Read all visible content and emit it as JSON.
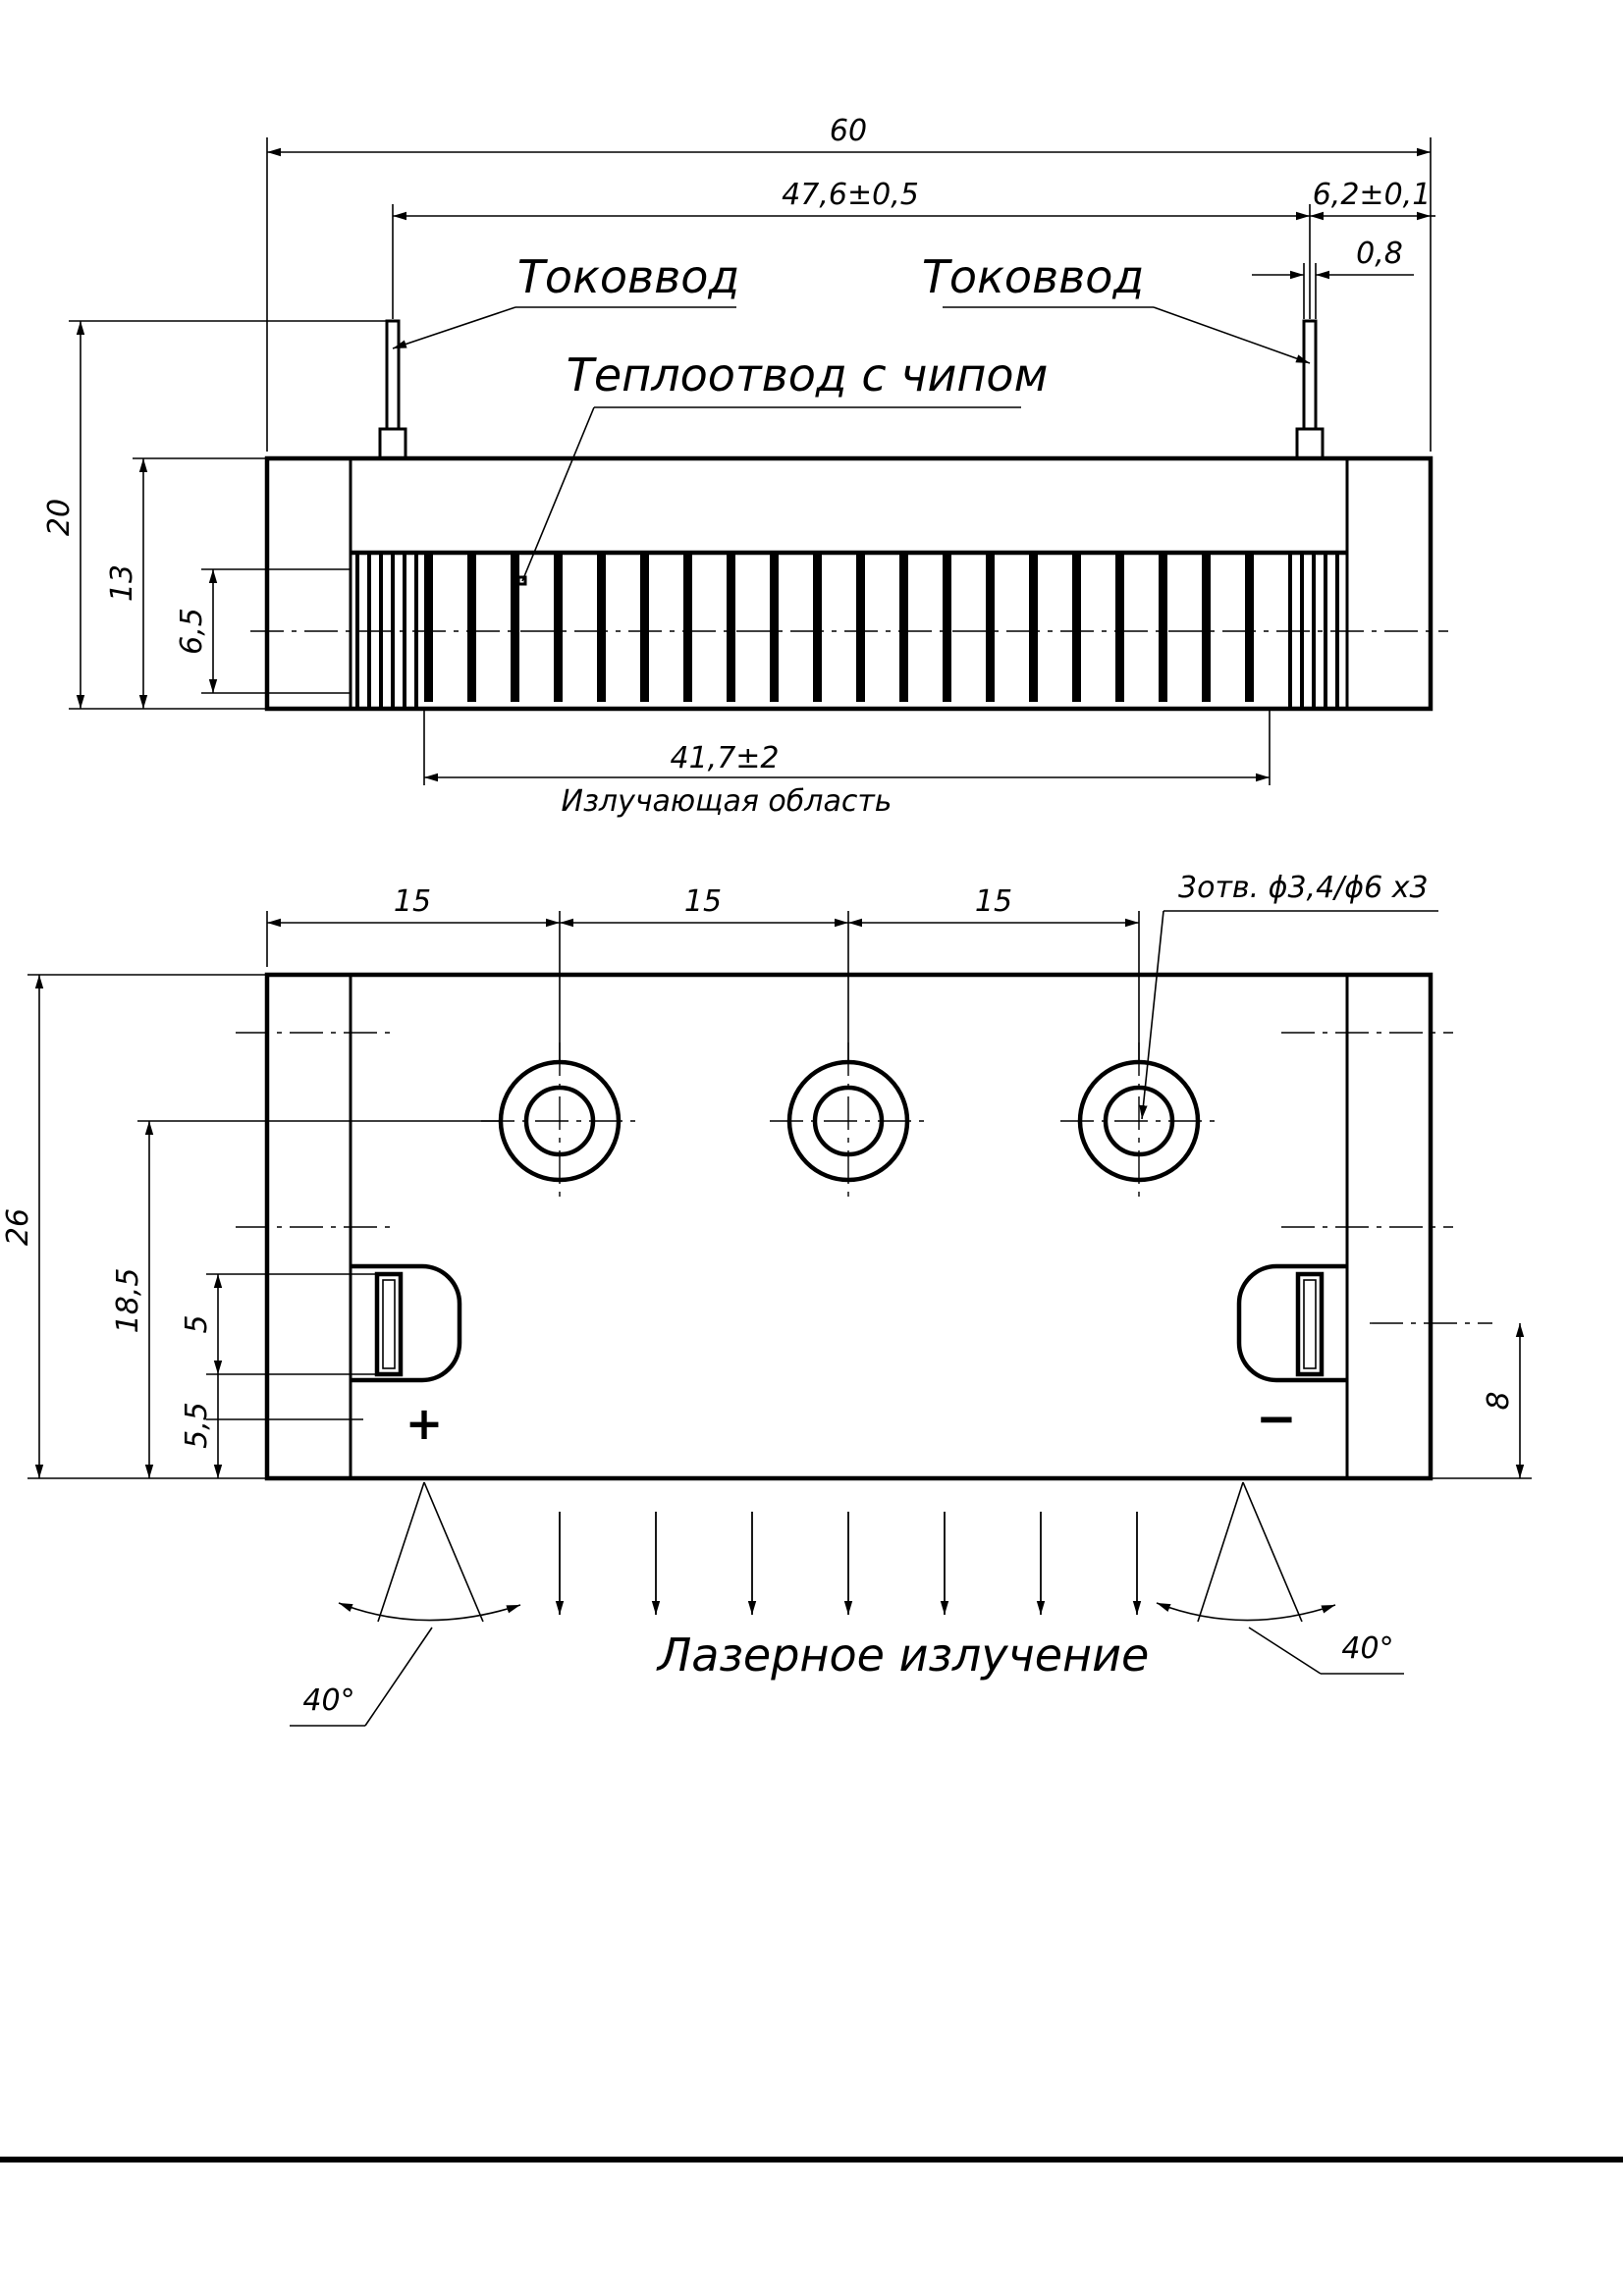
{
  "labels": {
    "lead_left": "Токоввод",
    "lead_right": "Токоввод",
    "heatsink_chip": "Теплоотвод с чипом",
    "emitting_area": "Излучающая область",
    "laser_emission": "Лазерное излучение",
    "holes": "3отв. ϕ3,4/ϕ6 х3",
    "plus": "+",
    "minus": "−"
  },
  "dims": {
    "overall_width": "60",
    "lead_pitch": "47,6±0,5",
    "lead_offset": "6,2±0,1",
    "lead_width": "0,8",
    "total_height": "20",
    "body_height": "13",
    "emitter_height": "6,5",
    "emitting_length": "41,7±2",
    "hole_pitch_1": "15",
    "hole_pitch_2": "15",
    "hole_pitch_3": "15",
    "body_depth": "26",
    "hole_row_offset": "18,5",
    "terminal_size": "5",
    "terminal_offset": "5,5",
    "terminal_right": "8",
    "angle_left": "40°",
    "angle_right": "40°"
  }
}
